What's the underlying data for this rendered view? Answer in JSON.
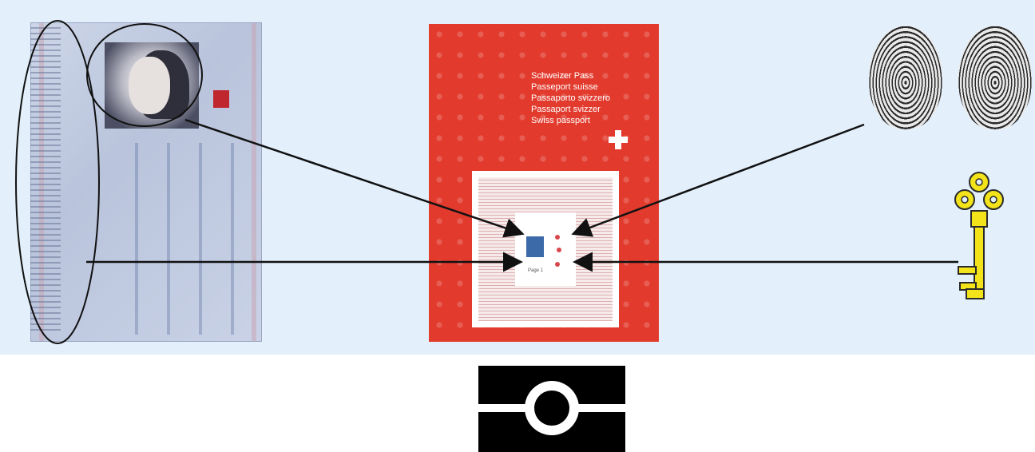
{
  "cover": {
    "title_lines": [
      "Schweizer Pass",
      "Passeport suisse",
      "Passaporto svizzero",
      "Passaport svizzer",
      "Swiss passport"
    ],
    "chip_label": "Page 1"
  },
  "colors": {
    "background_panel": "#e3f0fb",
    "cover_red": "#e23b2e",
    "key_yellow": "#f2e31a",
    "arrow": "#111111"
  },
  "icons": [
    "passport-data-page",
    "photo",
    "machine-readable-zone",
    "passport-cover",
    "rfid-chip",
    "fingerprint-icon",
    "key-icon",
    "epassport-logo-icon"
  ]
}
